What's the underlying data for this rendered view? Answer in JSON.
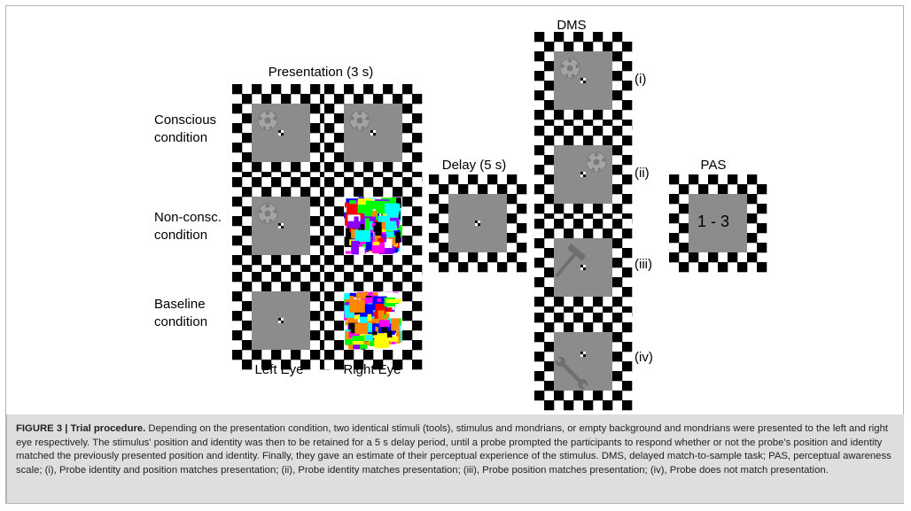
{
  "panels": {
    "presentation_title": "Presentation (3 s)",
    "delay_title": "Delay (5 s)",
    "dms_title": "DMS",
    "pas_title": "PAS",
    "pas_scale": "1 - 3"
  },
  "conditions": {
    "conscious": [
      "Conscious",
      "condition"
    ],
    "nonconscious": [
      "Non-consc.",
      "condition"
    ],
    "baseline": [
      "Baseline",
      "condition"
    ]
  },
  "eyes": {
    "left": "Left Eye",
    "right": "Right Eye"
  },
  "dms_probes": [
    "(i)",
    "(ii)",
    "(iii)",
    "(iv)"
  ],
  "caption": {
    "label": "FIGURE 3 | Trial procedure.",
    "text": " Depending on the presentation condition, two identical stimuli (tools), stimulus and mondrians, or empty background and mondrians were presented to the left and right eye respectively. The stimulus' position and identity was then to be retained for a 5 s delay period, until a probe prompted the participants to respond whether or not the probe's position and identity matched the previously presented position and identity. Finally, they gave an estimate of their perceptual experience of the stimulus. DMS, delayed match-to-sample task; PAS, perceptual awareness scale; (i), Probe identity and position matches presentation; (ii), Probe identity matches presentation; (iii), Probe position matches presentation; (iv), Probe does not match presentation."
  },
  "colors": {
    "gray": "#8c8c8c",
    "checker": "#000000",
    "caption_bg": "#dedede"
  },
  "icons": [
    "soccer-ball-icon",
    "hammer-icon",
    "wrench-icon",
    "fixation-dot-icon",
    "mondrian-mask"
  ]
}
